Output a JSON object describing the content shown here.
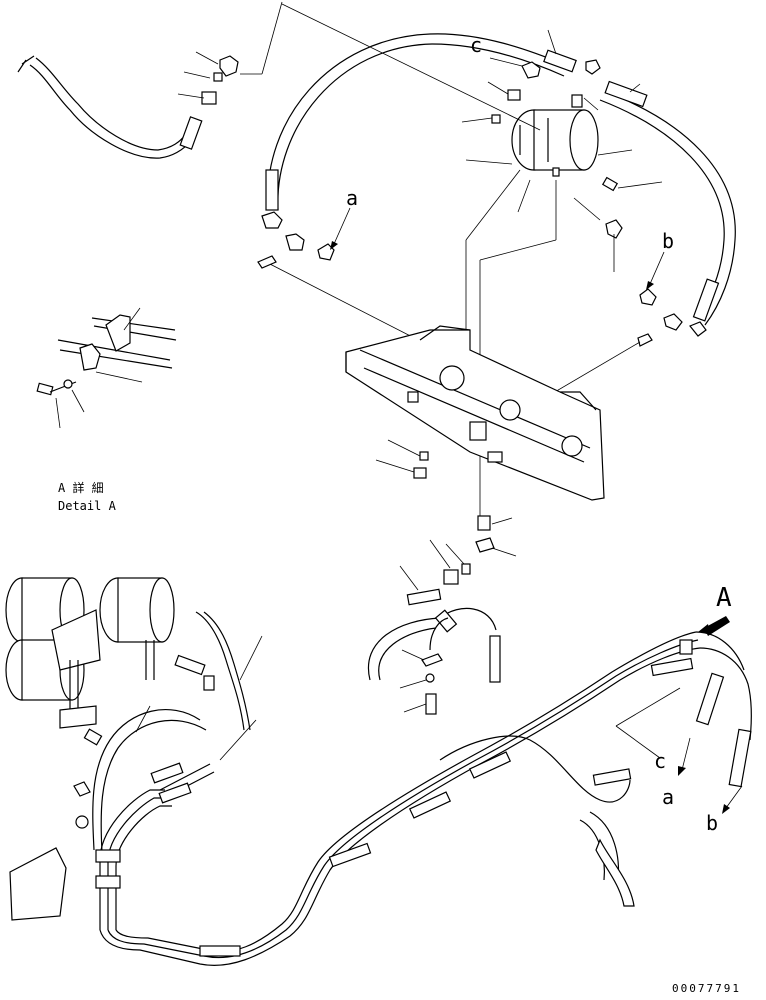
{
  "labels": {
    "ref_a_upper": "a",
    "ref_b_upper": "b",
    "ref_c_upper": "c",
    "ref_a_lower": "a",
    "ref_b_lower": "b",
    "ref_c_lower": "c",
    "view_A": "A",
    "detail_a_jp": "A 詳 細",
    "detail_a_en": "Detail A",
    "drawing_number": "00077791"
  }
}
